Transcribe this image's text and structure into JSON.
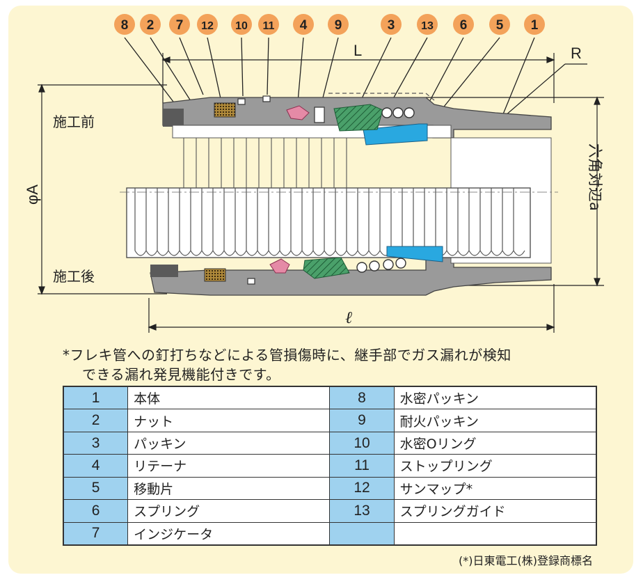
{
  "callouts": [
    "8",
    "2",
    "7",
    "12",
    "10",
    "11",
    "4",
    "9",
    "3",
    "13",
    "6",
    "5",
    "1"
  ],
  "dimensions": {
    "L": "L",
    "R": "R",
    "phiA": "φA",
    "hex": "六角対辺a",
    "ell": "ℓ"
  },
  "states": {
    "before": "施工前",
    "after": "施工後"
  },
  "note": {
    "line1": "*フレキ管への釘打ちなどによる管損傷時に、継手部でガス漏れが検知",
    "line2": "できる漏れ発見機能付きです。"
  },
  "parts_table": {
    "rows": [
      {
        "left_no": "1",
        "left_name": "本体",
        "right_no": "8",
        "right_name": "水密パッキン"
      },
      {
        "left_no": "2",
        "left_name": "ナット",
        "right_no": "9",
        "right_name": "耐火パッキン"
      },
      {
        "left_no": "3",
        "left_name": "パッキン",
        "right_no": "10",
        "right_name": "水密Oリング"
      },
      {
        "left_no": "4",
        "left_name": "リテーナ",
        "right_no": "11",
        "right_name": "ストップリング"
      },
      {
        "left_no": "5",
        "left_name": "移動片",
        "right_no": "12",
        "right_name": "サンマップ*"
      },
      {
        "left_no": "6",
        "left_name": "スプリング",
        "right_no": "13",
        "right_name": "スプリングガイド"
      },
      {
        "left_no": "7",
        "left_name": "インジケータ",
        "right_no": "",
        "right_name": ""
      }
    ]
  },
  "trademark": "(*)日東電工(株)登録商標名",
  "colors": {
    "background": "#fdf6d2",
    "callout": "#f3a25a",
    "body_gray": "#9a9a9a",
    "blue_part": "#29a8e0",
    "green_packing": "#4aa06a",
    "pink_retainer": "#e58aa6",
    "table_number_cell": "#9fd2ef"
  }
}
